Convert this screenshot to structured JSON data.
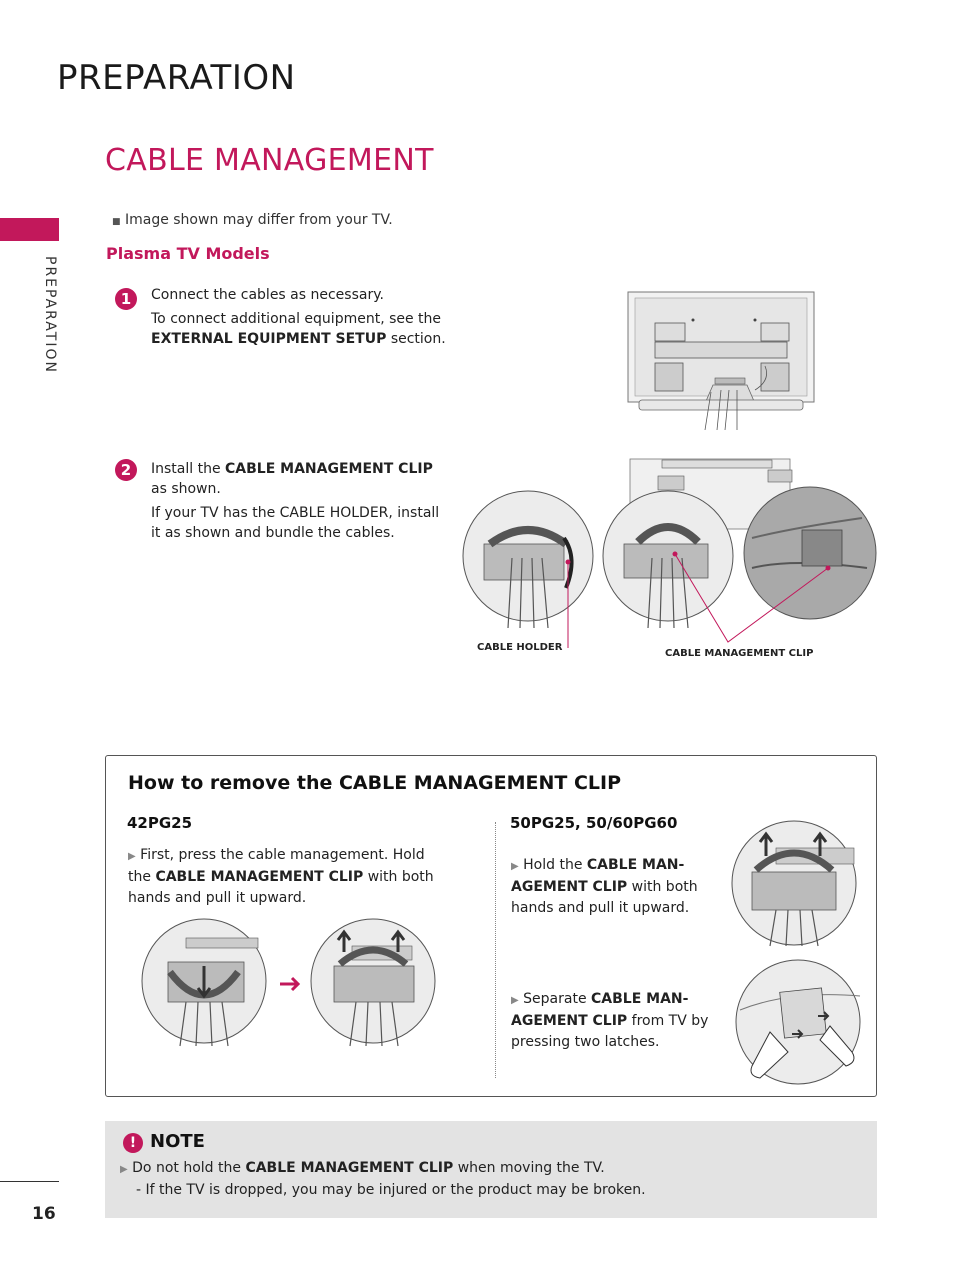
{
  "header": {
    "title": "PREPARATION"
  },
  "section": {
    "title": "CABLE MANAGEMENT"
  },
  "side": {
    "label": "PREPARATION"
  },
  "footer": {
    "page_number": "16"
  },
  "intro": {
    "disclaimer": "Image shown may differ from your TV.",
    "subheading": "Plasma TV Models"
  },
  "steps": [
    {
      "number": "1",
      "line1": "Connect the cables as necessary.",
      "line2_pre": "To connect additional equipment, see the",
      "line2_bold": "EXTERNAL EQUIPMENT SETUP",
      "line2_post": "section."
    },
    {
      "number": "2",
      "line1_pre": "Install the",
      "line1_bold": "CABLE MANAGEMENT CLIP",
      "line1_post": "as shown.",
      "line2": "If your TV has the CABLE HOLDER, install it as shown and bundle the cables."
    }
  ],
  "captions": {
    "cable_holder": "CABLE HOLDER",
    "cable_clip": "CABLE MANAGEMENT CLIP"
  },
  "remove": {
    "title": "How to remove the CABLE MANAGEMENT CLIP",
    "left": {
      "model": "42PG25",
      "text_pre": "First, press the cable management. Hold the",
      "text_bold": "CABLE MANAGEMENT CLIP",
      "text_post": "with both hands and pull it upward."
    },
    "right": {
      "model": "50PG25, 50/60PG60",
      "a_pre": "Hold the",
      "a_bold": "CABLE MAN-AGEMENT CLIP",
      "a_post": "with both hands and pull it upward.",
      "b_pre": "Separate",
      "b_bold": "CABLE MAN-AGEMENT CLIP",
      "b_post": "from TV by pressing two latches."
    }
  },
  "note": {
    "title": "NOTE",
    "line1_pre": "Do not hold the",
    "line1_bold": "CABLE MANAGEMENT CLIP",
    "line1_post": "when moving the TV.",
    "line2": "- If the TV is dropped, you may be injured or the product may be broken."
  },
  "colors": {
    "accent": "#c2185b",
    "note_bg": "#e3e3e3"
  }
}
